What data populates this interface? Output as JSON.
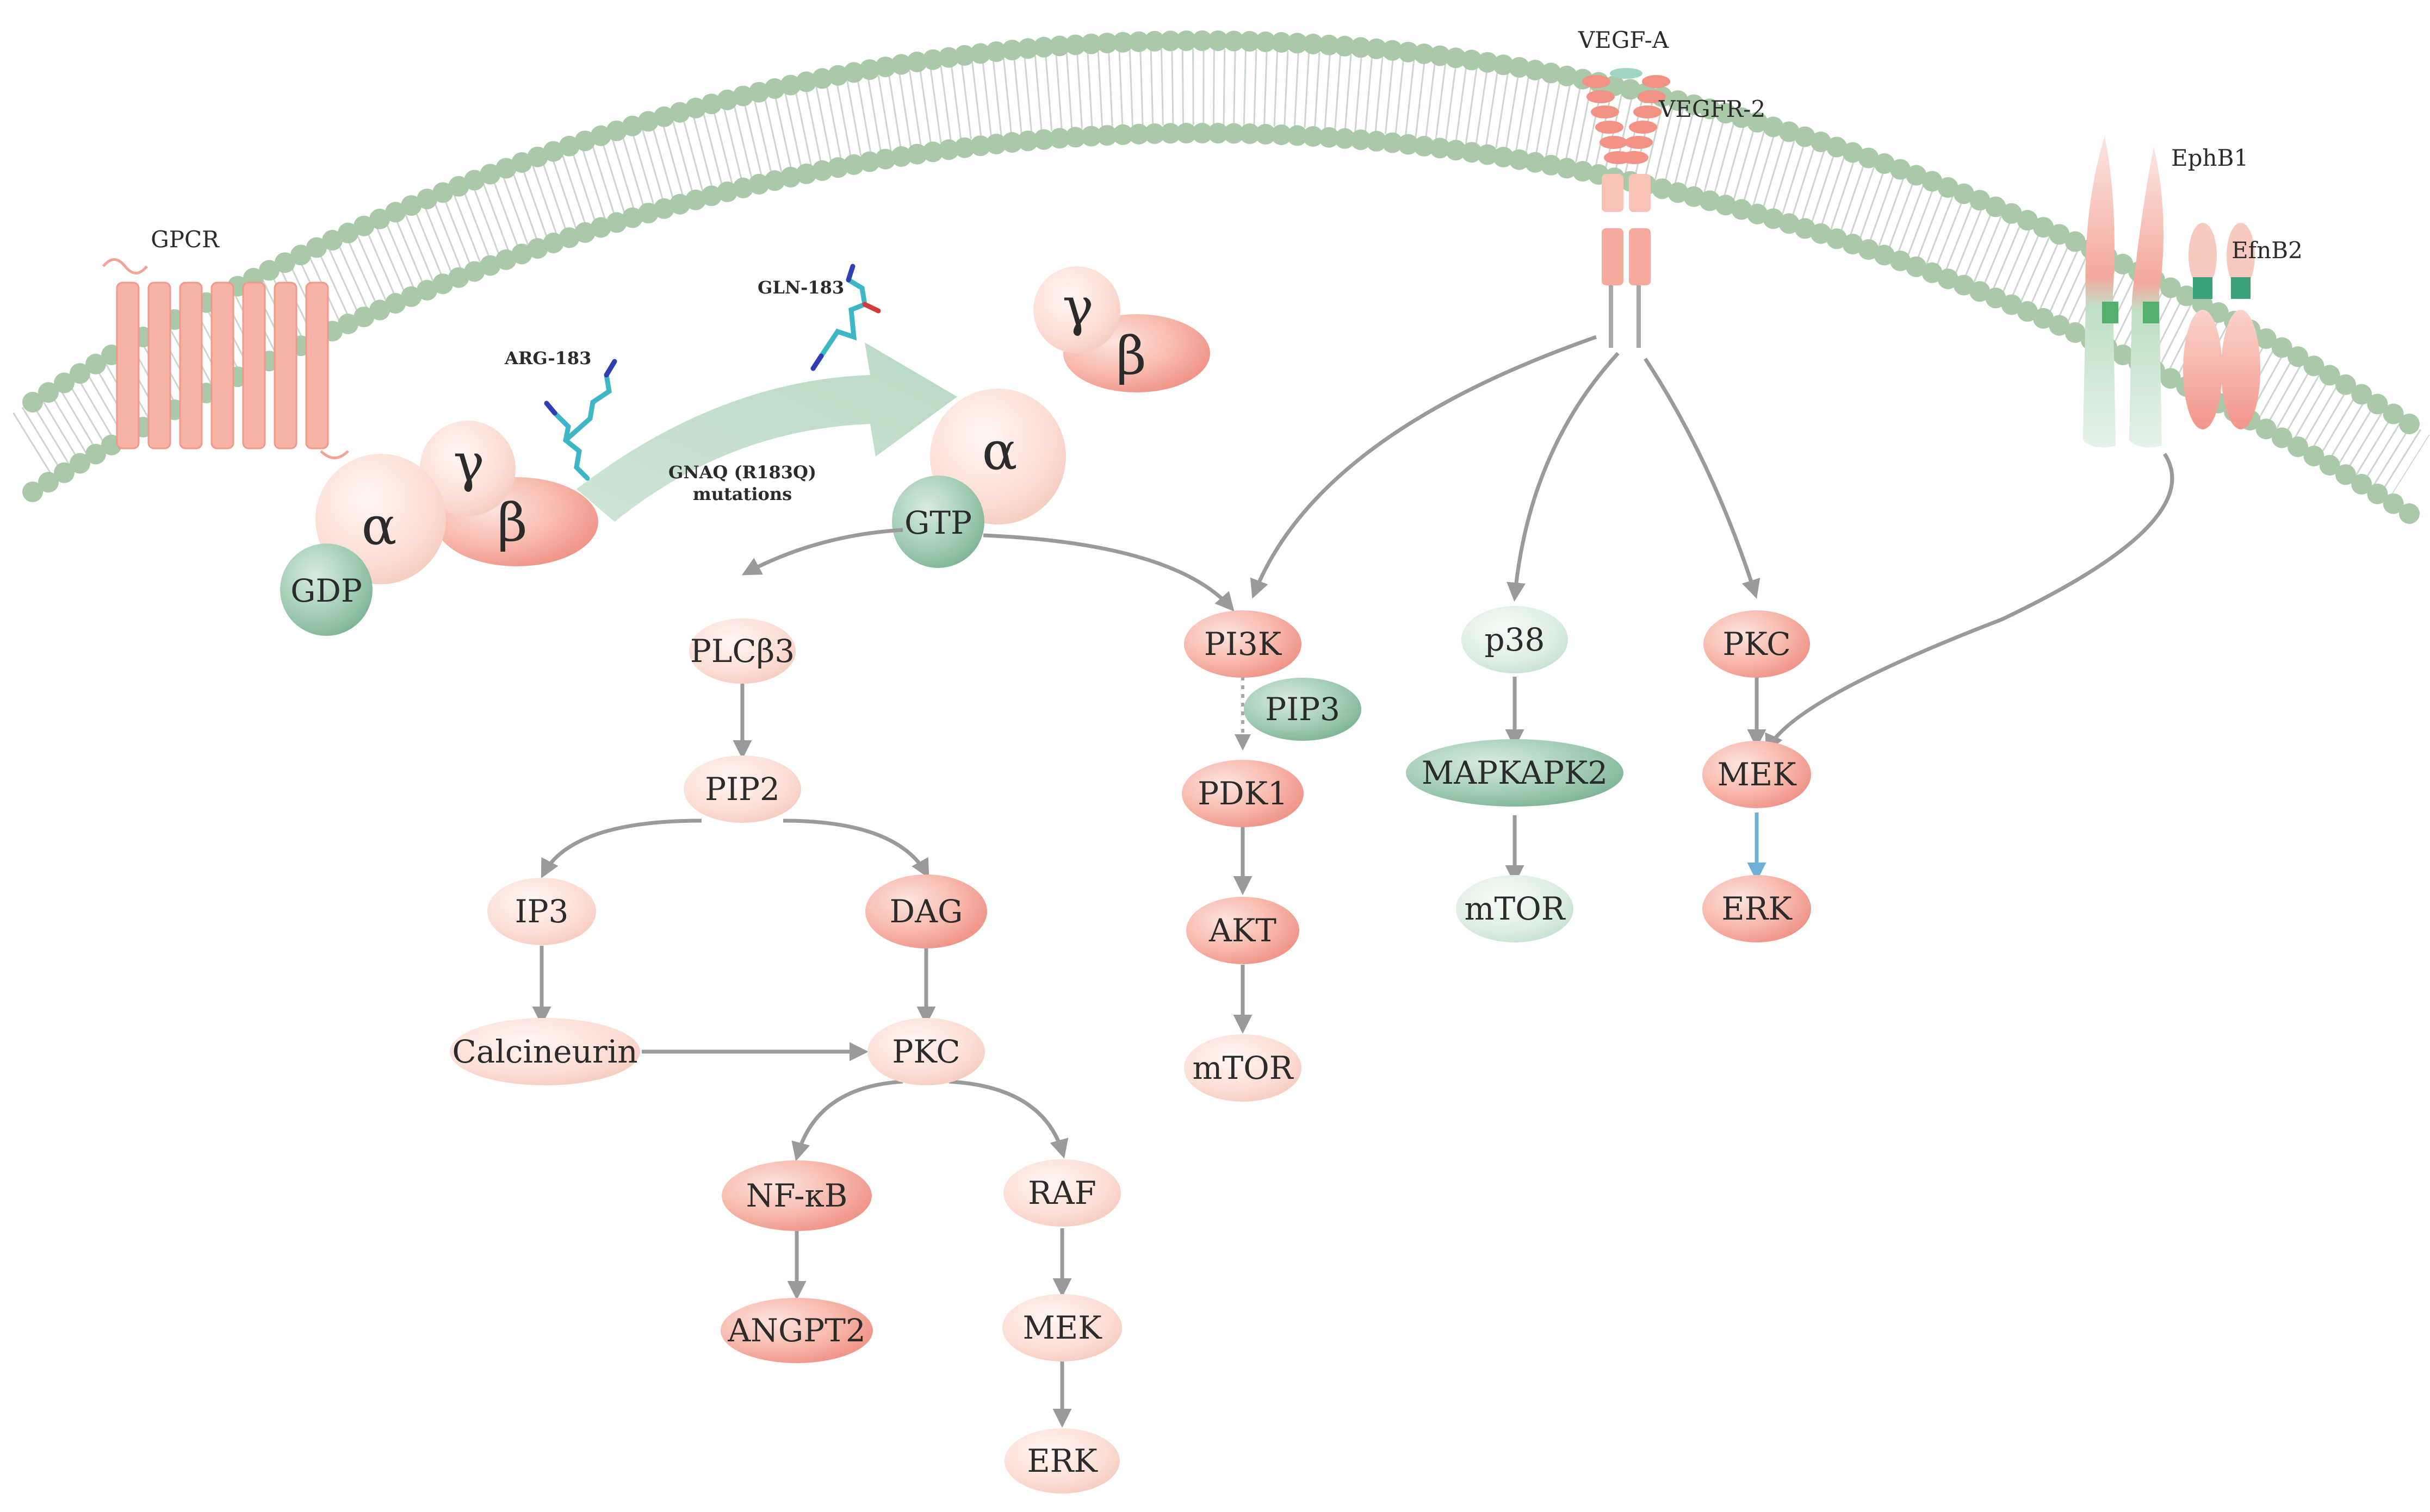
{
  "receptors": {
    "gpcr": "GPCR",
    "vegf_a": "VEGF-A",
    "vegfr2": "VEGFR-2",
    "ephb1": "EphB1",
    "efnb2": "EfnB2"
  },
  "g_protein": {
    "alpha": "α",
    "beta": "β",
    "gamma": "γ",
    "gdp": "GDP",
    "gtp": "GTP"
  },
  "mutation": {
    "arg": "ARG-183",
    "gln": "GLN-183",
    "label_line1": "GNAQ (R183Q)",
    "label_line2": "mutations"
  },
  "nodes": {
    "plcb3": "PLCβ3",
    "pip2": "PIP2",
    "ip3": "IP3",
    "dag": "DAG",
    "calcineurin": "Calcineurin",
    "pkc_main": "PKC",
    "nfkb": "NF-κB",
    "angpt2": "ANGPT2",
    "raf": "RAF",
    "mek_main": "MEK",
    "erk_main": "ERK",
    "pi3k": "PI3K",
    "pip3": "PIP3",
    "pdk1": "PDK1",
    "akt": "AKT",
    "mtor_akt": "mTOR",
    "p38": "p38",
    "mapkapk2": "MAPKAPK2",
    "mtor_p38": "mTOR",
    "pkc_right": "PKC",
    "mek_right": "MEK",
    "erk_right": "ERK"
  },
  "colors": {
    "salmon": "#f4a49a",
    "salmon_light": "#fbd9cf",
    "green": "#8fc4a3",
    "green_light": "#dcefe3",
    "membrane_head": "#a9c9a8",
    "arrow": "#9a9a9a",
    "arrow_blue": "#6fb1d6"
  }
}
